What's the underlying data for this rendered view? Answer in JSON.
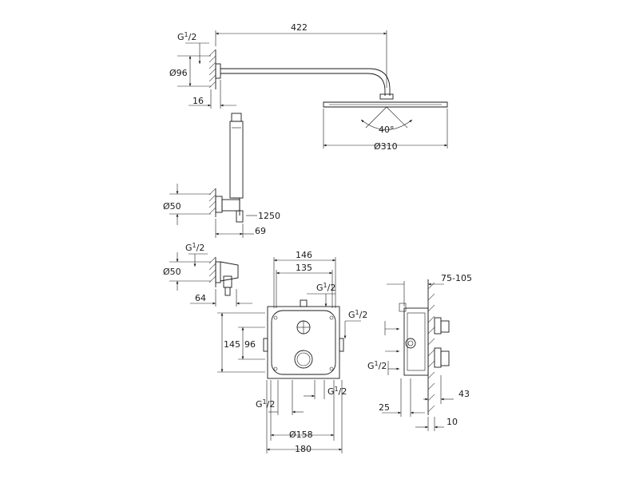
{
  "labels": {
    "g_half": "G",
    "sup_1": "1",
    "slash_2": "/2",
    "d_96": "Ø96",
    "l_16": "16",
    "l_422": "422",
    "angle_40": "40°",
    "d_310": "Ø310",
    "d_50_a": "Ø50",
    "l_1250": "1250",
    "l_69": "69",
    "d_50_b": "Ø50",
    "l_64": "64",
    "l_146": "146",
    "l_135": "135",
    "l_145": "145",
    "l_96": "96",
    "d_158": "Ø158",
    "l_180": "180",
    "l_75_105": "75-105",
    "l_25": "25",
    "l_43": "43",
    "l_10": "10"
  }
}
